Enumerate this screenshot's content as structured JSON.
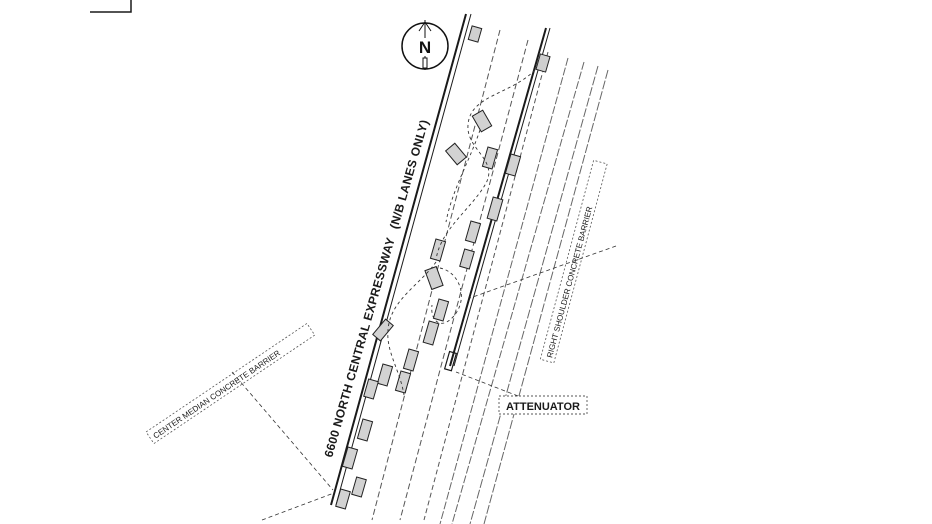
{
  "roadway": {
    "name": "6600 NORTH CENTRAL EXPRESSWAY",
    "qualifier": "(N/B LANES ONLY)"
  },
  "callouts": {
    "center_median": "CENTER MEDIAN CONCRETE BARRIER",
    "right_shoulder": "RIGHT SHOULDER CONCRETE BARRIER",
    "attenuator": "ATTENUATOR"
  },
  "north_arrow": {
    "letter": "N"
  },
  "colors": {
    "ink": "#1a1a1a",
    "background": "#ffffff"
  }
}
